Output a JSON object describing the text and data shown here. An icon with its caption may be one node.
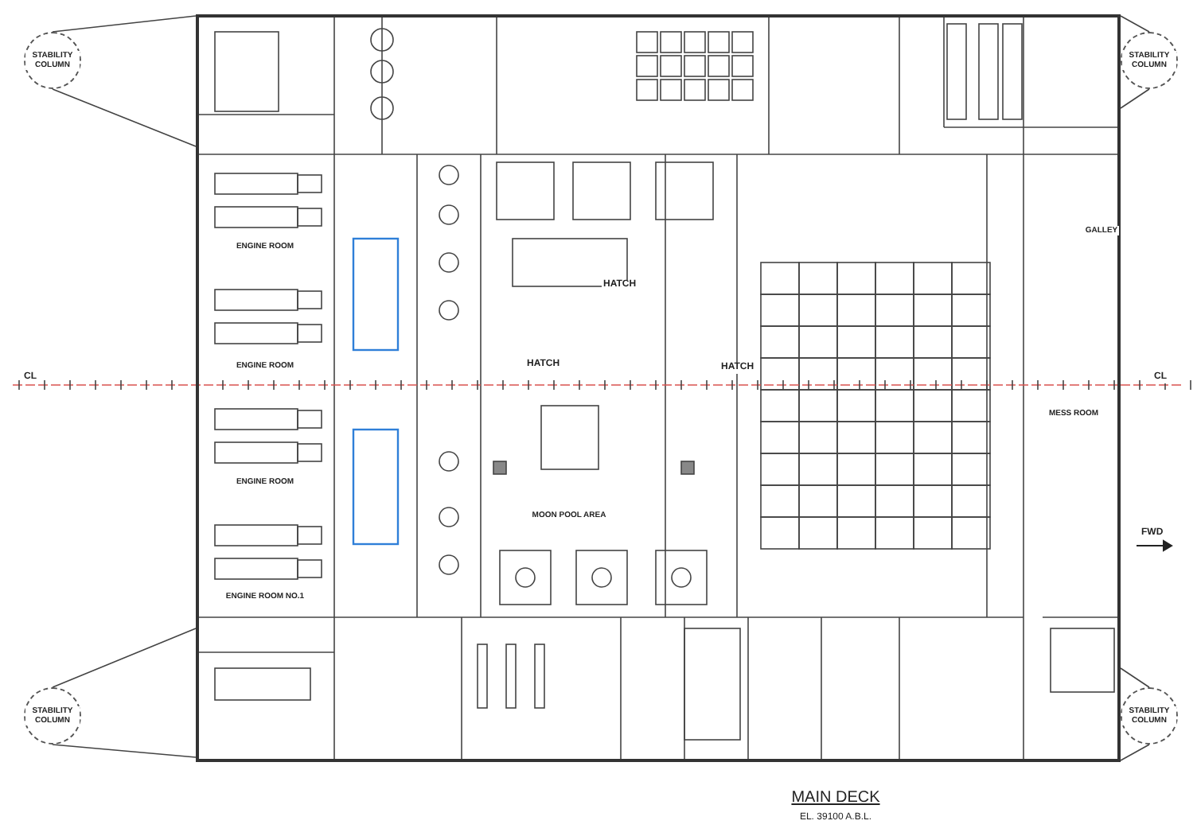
{
  "diagram": {
    "title": "MAIN DECK",
    "caption": "EL. 39100 A.B.L.",
    "nodes": [
      {
        "text": [
          "STABILITY COLUMN"
        ]
      },
      {
        "text": [
          "STABILITY COLUMN"
        ]
      },
      {
        "text": [],
        "shape": "box"
      },
      {
        "text": [
          "ENGINE ROOM"
        ],
        "in": 2
      },
      {
        "text": [
          "ENGINE ROOM"
        ],
        "in": 2
      },
      {
        "text": [
          "ENGINE ROOM"
        ],
        "in": 2
      },
      {
        "text": [
          "ENGINE ROOM NO.1"
        ],
        "in": 2
      },
      {
        "text": [
          "MOON POOL AREA"
        ],
        "in": 2
      },
      {
        "text": [
          "GALLEY"
        ],
        "in": 2
      },
      {
        "text": [
          "MESS ROOM"
        ],
        "in": 2
      },
      {
        "text": [
          "STABILITY COLUMN"
        ]
      },
      {
        "text": [
          "STABILITY COLUMN"
        ]
      }
    ],
    "labels": [
      "CL",
      "HATCH",
      "HATCH",
      "HATCH",
      "CL",
      "FWD"
    ]
  }
}
